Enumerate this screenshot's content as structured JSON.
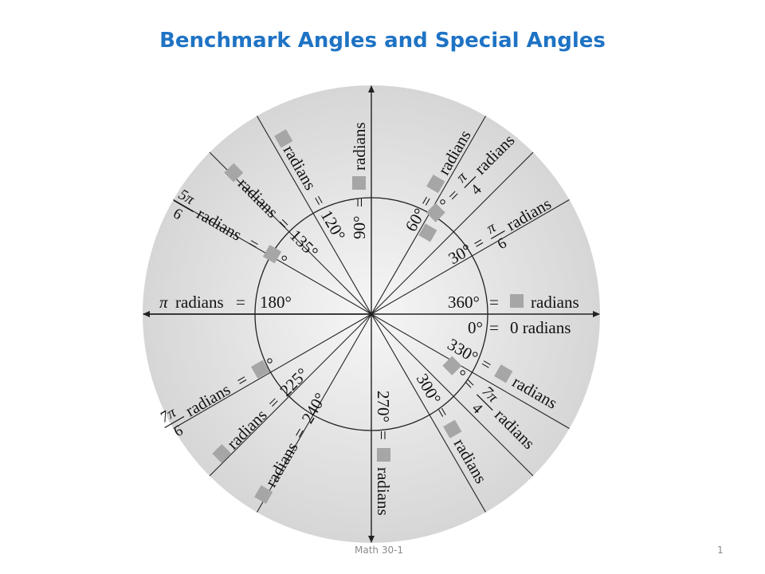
{
  "title": "Benchmark Angles and Special Angles",
  "footer": {
    "course": "Math 30-1",
    "page": "1"
  },
  "colors": {
    "title": "#1f73c4",
    "disc": "#dedede",
    "blank_box": "#a6a6a6"
  },
  "unit": "radians",
  "degree_labels": {
    "d0": "0°",
    "d30": "30°",
    "d60": "60°",
    "d90": "90°",
    "d120": "120°",
    "d135": "135°",
    "d180": "180°",
    "d225": "225°",
    "d240": "240°",
    "d270": "270°",
    "d300": "300°",
    "d330": "330°",
    "d360": "360°"
  },
  "given_radians": {
    "r0": "0 radians",
    "pi": "π",
    "pi_radians": "radians",
    "pi_over_6_num": "π",
    "pi_over_6_den": "6",
    "pi_over_4_num": "π",
    "pi_over_4_den": "4",
    "five_pi_over_6_num": "5π",
    "five_pi_over_6_den": "6",
    "seven_pi_over_6_num": "7π",
    "seven_pi_over_6_den": "6",
    "seven_pi_over_4_num": "7π",
    "seven_pi_over_4_den": "4"
  },
  "symbols": {
    "equals": "=",
    "degree": "°"
  }
}
